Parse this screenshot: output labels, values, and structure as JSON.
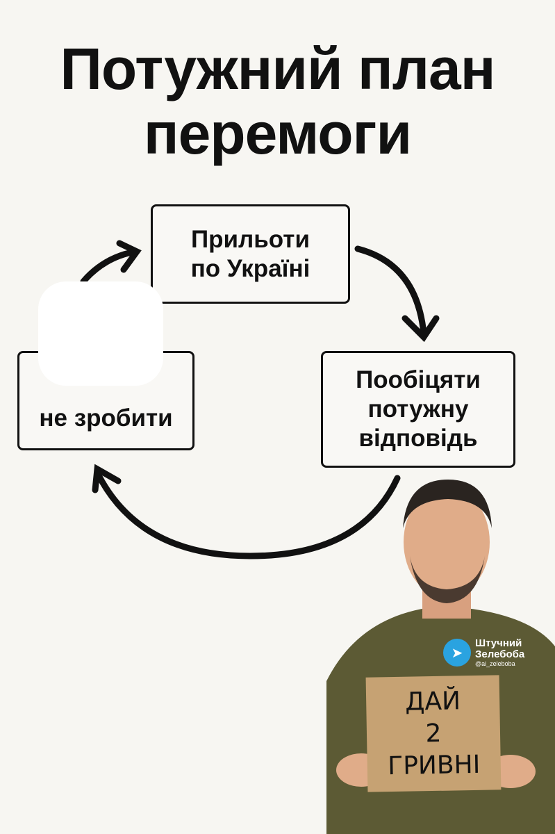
{
  "title": {
    "line1": "Потужний план",
    "line2": "перемоги"
  },
  "boxes": {
    "top": {
      "line1": "Прильоти",
      "line2": "по Україні"
    },
    "right": {
      "line1": "Пообіцяти",
      "line2": "потужну",
      "line3": "відповідь"
    },
    "left": {
      "line1": "не зробити"
    }
  },
  "watermark": {
    "name1": "Штучний",
    "name2": "Зелебоба",
    "handle": "@ai_zeleboba",
    "icon": "telegram-icon"
  },
  "sign": {
    "line1": "ДАЙ",
    "line2": "2",
    "line3": "ГРИВНІ"
  }
}
